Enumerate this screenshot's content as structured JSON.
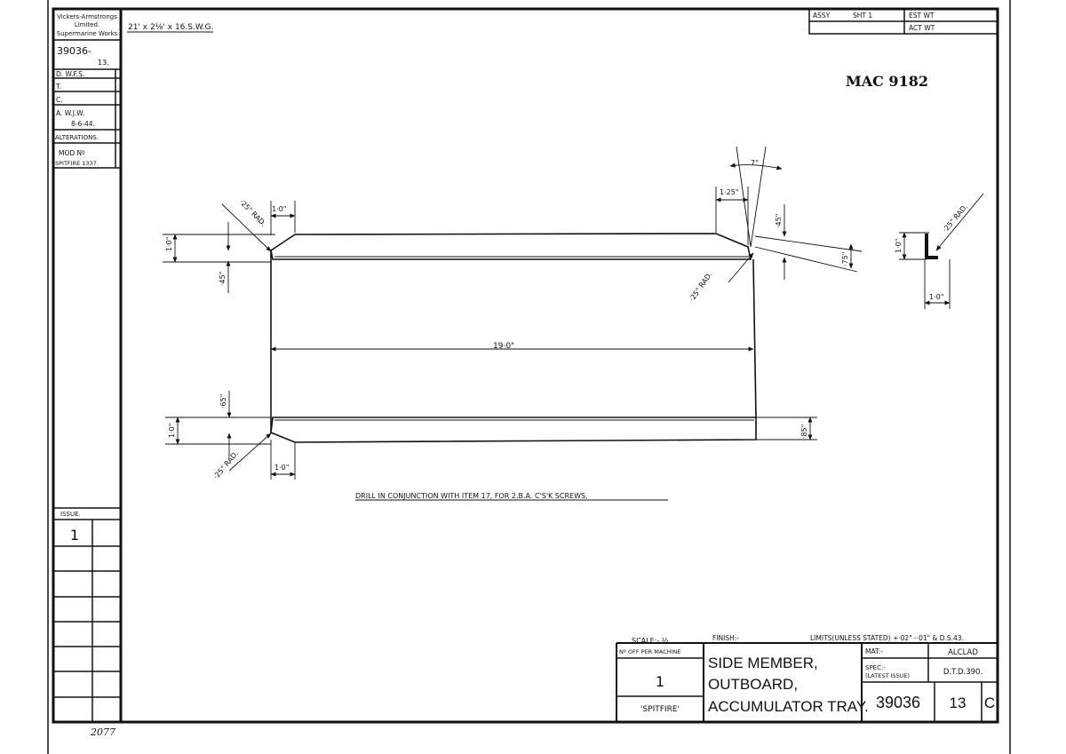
{
  "title_block_left": {
    "maker_line1": "Vickers-Armstrongs",
    "maker_line2": "Limited.",
    "maker_line3": "Supermarine Works",
    "drawing_no": "39036-",
    "item_no": "13.",
    "drawn_by": "D. W.F.S.",
    "traced": "T.",
    "checked": "C.",
    "approved": "A. W.J.W.",
    "date": "8-6-44.",
    "alterations": "ALTERATIONS.",
    "mod_no": "MOD  Nº",
    "mod_value": "SPITFIRE  1337.",
    "issue_label": "ISSUE.",
    "issue_value": "1"
  },
  "stock_note": "21' x 2⅛' x 16.S.W.G.",
  "weights": {
    "assy": "ASSY",
    "sht": "SHT 1",
    "est_wt": "EST WT",
    "act_wt": "ACT WT"
  },
  "reference": "MAC 9182",
  "dimensions": {
    "rad_top_left": "·25\" RAD.",
    "rad_top_right": "·25\" RAD.",
    "rad_bottom_left": "·25\" RAD.",
    "rad_section": "·25\" RAD.",
    "top_len_left": "1·0\"",
    "top_len_right": "1·25\"",
    "top_h_left": "1·0\"",
    "top_v_left": "·45\"",
    "top_v_right": "·45\"",
    "top_v_right2": "·75\"",
    "angle": "7°",
    "overall_length": "19·0\"",
    "bot_v_left": "·65\"",
    "bot_h_left": "1·0\"",
    "bot_len_left": "1·0\"",
    "bot_v_right": "·85\"",
    "section_h": "1·0\"",
    "section_w": "1·0\""
  },
  "drill_note": "DRILL IN CONJUNCTION WITH ITEM 17, FOR 2.B.A. C'S'K SCREWS.",
  "title_block": {
    "scale": "SCALE:- ½",
    "finish": "FINISH:-",
    "limits": "LIMITS(UNLESS STATED) +·02\" -·01\" & D.S.43.",
    "no_off_label": "Nº OFF PER MACHINE",
    "no_off_value": "1",
    "machine": "'SPITFIRE'",
    "part_name_1": "SIDE MEMBER,",
    "part_name_2": "OUTBOARD,",
    "part_name_3": "ACCUMULATOR TRAY.",
    "mat_label": "MAT:-",
    "mat_value": "ALCLAD",
    "spec_label_1": "SPEC:-",
    "spec_label_2": "(LATEST ISSUE)",
    "spec_value": "D.T.D.390.",
    "drawing_no": "39036",
    "item": "13",
    "sheet_letter": "C"
  },
  "handwritten_note": "2077"
}
